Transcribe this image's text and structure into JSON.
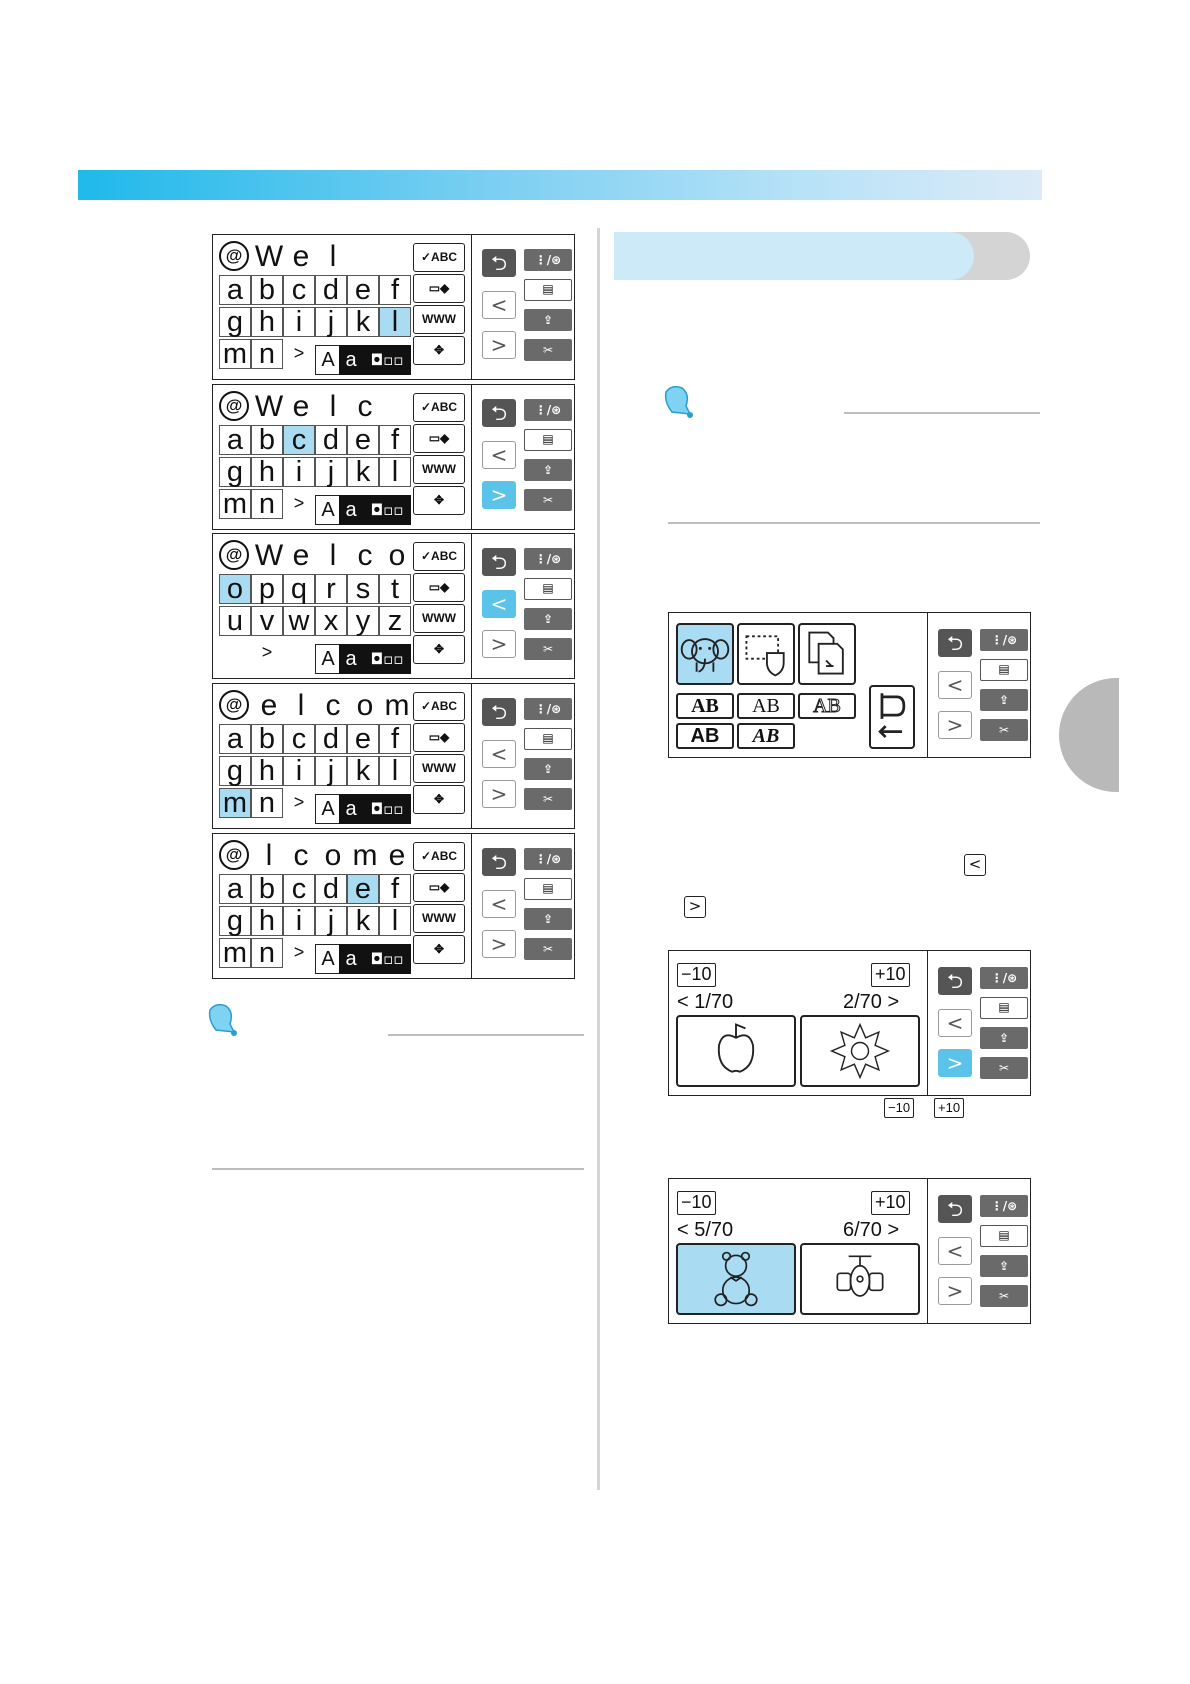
{
  "screens": [
    {
      "prefix": [
        "W",
        "e",
        "l"
      ],
      "rows": [
        [
          "a",
          "b",
          "c",
          "d",
          "e",
          "f"
        ],
        [
          "g",
          "h",
          "i",
          "j",
          "k",
          "l"
        ],
        [
          "m",
          "n",
          ">"
        ]
      ],
      "hl": [
        1,
        5
      ],
      "fnum": 6
    },
    {
      "prefix": [
        "W",
        "e",
        "l",
        "c"
      ],
      "rows": [
        [
          "a",
          "b",
          "c",
          "d",
          "e",
          "f"
        ],
        [
          "g",
          "h",
          "i",
          "j",
          "k",
          "l"
        ],
        [
          "m",
          "n",
          ">"
        ]
      ],
      "hl": [
        0,
        2
      ],
      "fnum": 6
    },
    {
      "prefix": [
        "W",
        "e",
        "l",
        "c",
        "o"
      ],
      "rows": [
        [
          "o",
          "p",
          "q",
          "r",
          "s",
          "t"
        ],
        [
          "u",
          "v",
          "w",
          "x",
          "y",
          "z"
        ],
        [
          "",
          ">",
          ""
        ]
      ],
      "hl": [
        0,
        0
      ],
      "fnum": 6
    },
    {
      "prefix": [
        "e",
        "l",
        "c",
        "o",
        "m"
      ],
      "rows": [
        [
          "a",
          "b",
          "c",
          "d",
          "e",
          "f"
        ],
        [
          "g",
          "h",
          "i",
          "j",
          "k",
          "l"
        ],
        [
          "m",
          "n",
          ">"
        ]
      ],
      "hl": [
        2,
        0
      ],
      "fnum": 6
    },
    {
      "prefix": [
        "l",
        "c",
        "o",
        "m",
        "e"
      ],
      "rows": [
        [
          "a",
          "b",
          "c",
          "d",
          "e",
          "f"
        ],
        [
          "g",
          "h",
          "i",
          "j",
          "k",
          "l"
        ],
        [
          "m",
          "n",
          ">"
        ]
      ],
      "hl": [
        0,
        4
      ],
      "fnum": 6
    }
  ],
  "icons": {
    "abc": "✓ABC",
    "case_upper": "A",
    "case_lower": "a",
    "size": "◘▫▫",
    "stitch": "WWW",
    "move": "✥",
    "back": "⮌",
    "prev": "<",
    "next": ">",
    "close": "⋮/⊛"
  },
  "font_buttons": [
    "AB",
    "AB",
    "AB",
    "AB",
    "AB"
  ],
  "pattern_screen_1": {
    "minus": "−10",
    "plus": "+10",
    "left": "< 1/70",
    "right": "2/70 >"
  },
  "pattern_screen_2": {
    "minus": "−10",
    "plus": "+10",
    "left": "< 5/70",
    "right": "6/70 >"
  },
  "inline_keys": {
    "prev": "<",
    "next": ">",
    "minus": "−10",
    "plus": "+10"
  }
}
